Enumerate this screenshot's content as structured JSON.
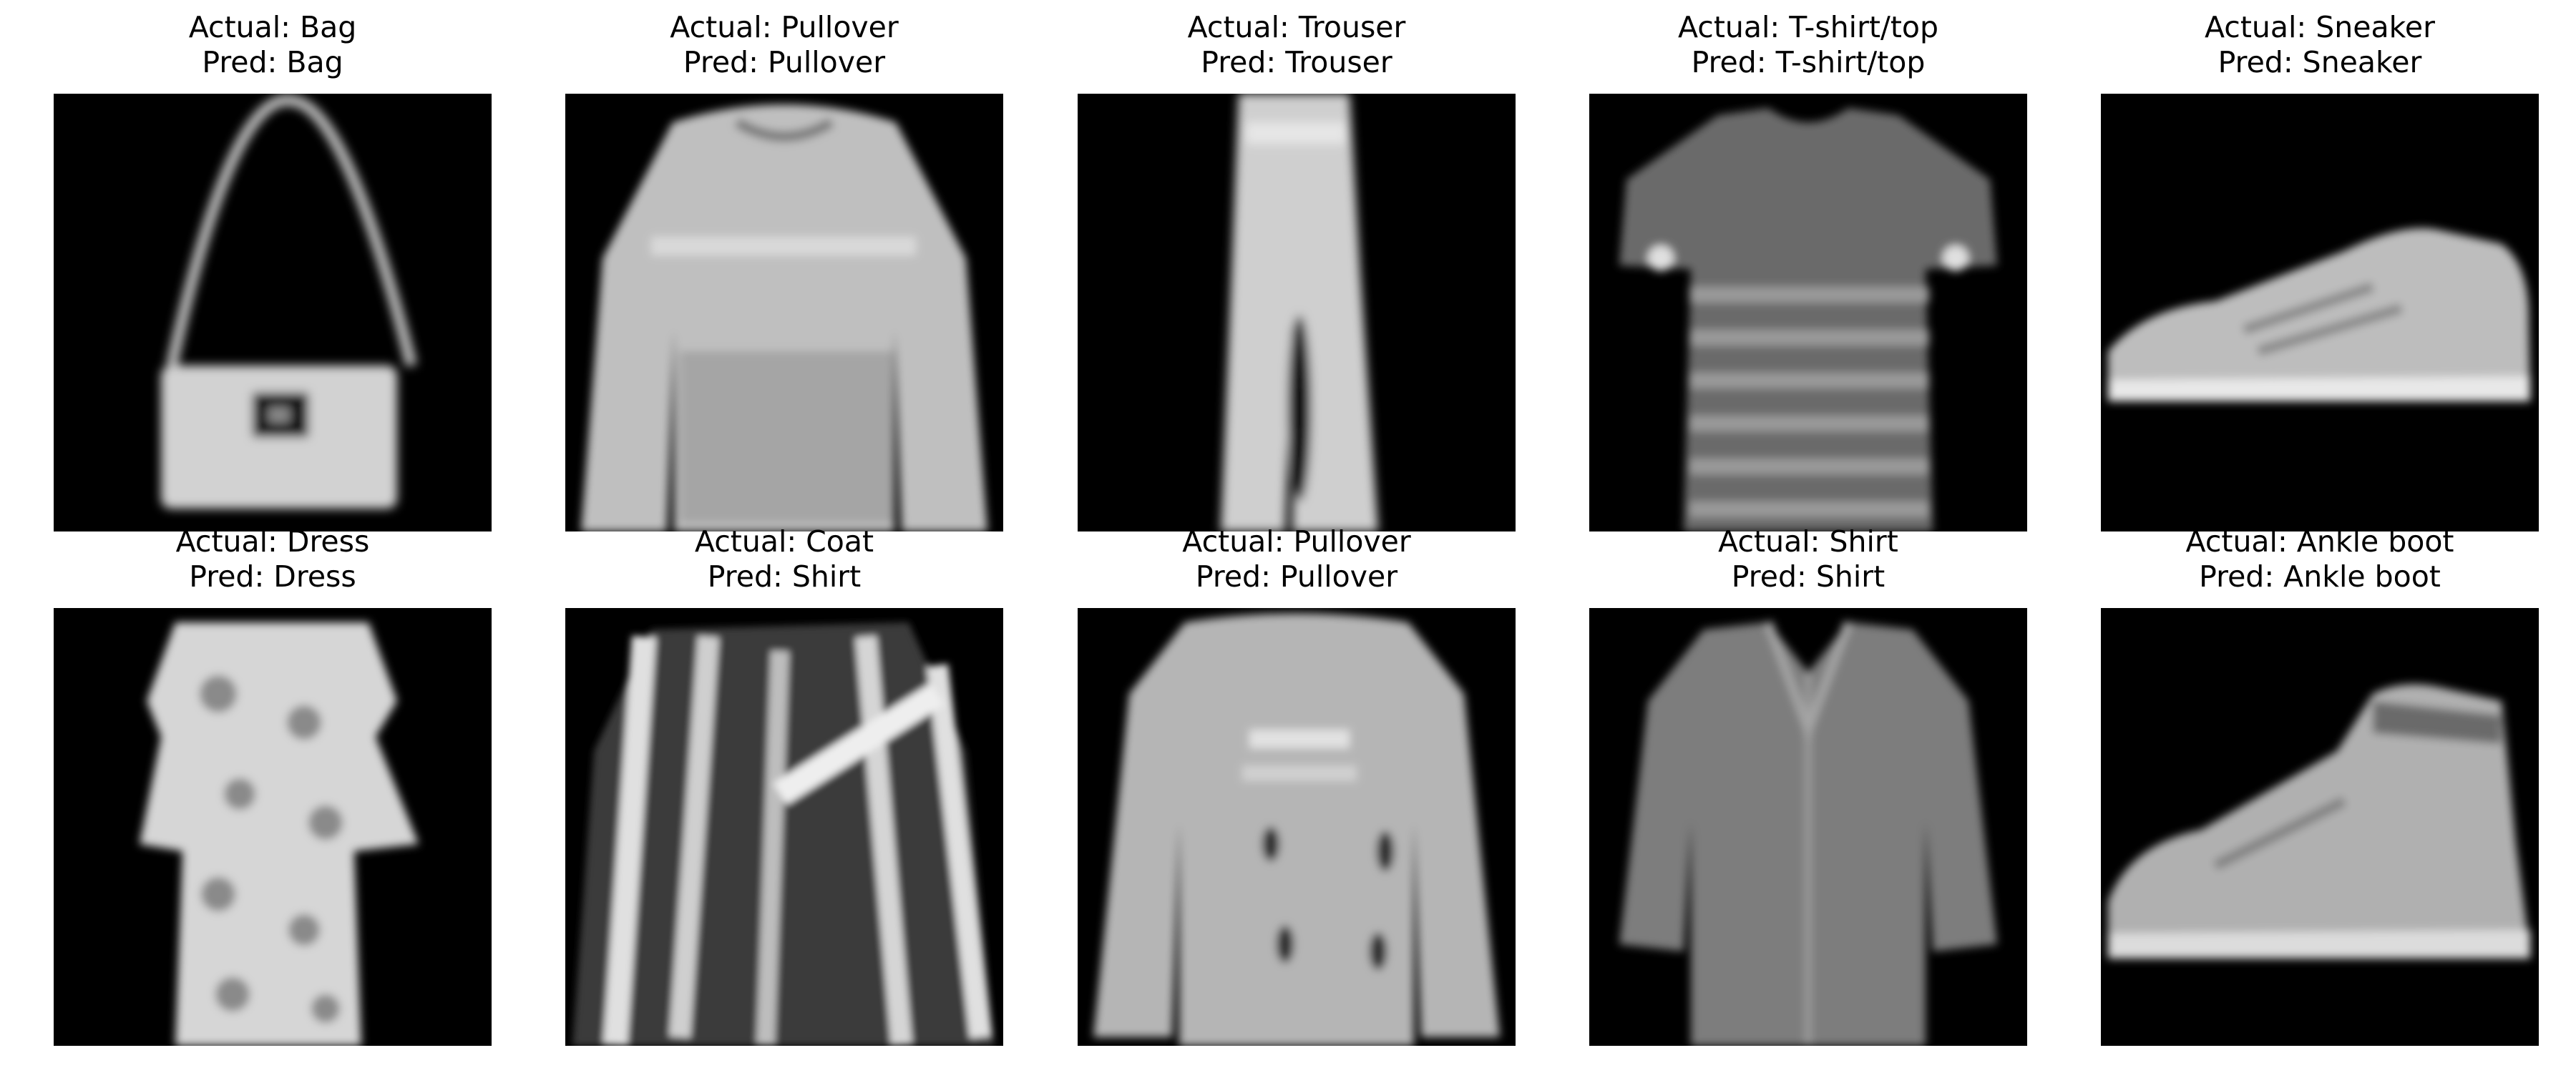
{
  "panels": [
    {
      "actual": "Actual: Bag",
      "pred": "Pred: Bag",
      "item": "bag"
    },
    {
      "actual": "Actual: Pullover",
      "pred": "Pred: Pullover",
      "item": "pullover"
    },
    {
      "actual": "Actual: Trouser",
      "pred": "Pred: Trouser",
      "item": "trouser"
    },
    {
      "actual": "Actual: T-shirt/top",
      "pred": "Pred: T-shirt/top",
      "item": "tshirt"
    },
    {
      "actual": "Actual: Sneaker",
      "pred": "Pred: Sneaker",
      "item": "sneaker"
    },
    {
      "actual": "Actual: Dress",
      "pred": "Pred: Dress",
      "item": "dress"
    },
    {
      "actual": "Actual: Coat",
      "pred": "Pred: Shirt",
      "item": "coat"
    },
    {
      "actual": "Actual: Pullover",
      "pred": "Pred: Pullover",
      "item": "pullover2"
    },
    {
      "actual": "Actual: Shirt",
      "pred": "Pred: Shirt",
      "item": "shirt"
    },
    {
      "actual": "Actual: Ankle boot",
      "pred": "Pred: Ankle boot",
      "item": "boot"
    }
  ]
}
